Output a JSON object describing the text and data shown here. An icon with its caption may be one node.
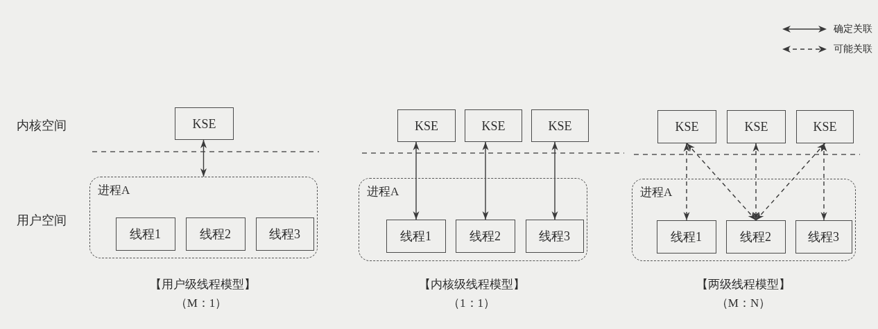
{
  "diagram": {
    "nodes": [
      {
        "text": [
          "KSE"
        ]
      },
      {
        "text": [
          "进程A"
        ]
      },
      {
        "text": [
          "线程1"
        ],
        "in": 1
      },
      {
        "text": [
          "线程2"
        ],
        "in": 1
      },
      {
        "text": [
          "线程3"
        ],
        "in": 1
      },
      {
        "text": [
          "KSE"
        ]
      },
      {
        "text": [
          "KSE"
        ]
      },
      {
        "text": [
          "KSE"
        ]
      },
      {
        "text": [
          "进程A"
        ]
      },
      {
        "text": [
          "线程1"
        ],
        "in": 8
      },
      {
        "text": [
          "线程2"
        ],
        "in": 8
      },
      {
        "text": [
          "线程3"
        ],
        "in": 8
      },
      {
        "text": [
          "KSE"
        ]
      },
      {
        "text": [
          "KSE"
        ]
      },
      {
        "text": [
          "KSE"
        ]
      },
      {
        "text": [
          "进程A"
        ]
      },
      {
        "text": [
          "线程1"
        ],
        "in": 15
      },
      {
        "text": [
          "线程2"
        ],
        "in": 15
      },
      {
        "text": [
          "线程3"
        ],
        "in": 15
      }
    ],
    "edges": [
      {
        "from": 0,
        "to": 1,
        "arrow": "both"
      },
      {
        "from": 5,
        "to": 9,
        "arrow": "both"
      },
      {
        "from": 6,
        "to": 10,
        "arrow": "both"
      },
      {
        "from": 7,
        "to": 11,
        "arrow": "both"
      },
      {
        "from": 12,
        "to": 16,
        "arrow": "both",
        "style": "dashed"
      },
      {
        "from": 12,
        "to": 17,
        "arrow": "both",
        "style": "dashed"
      },
      {
        "from": 13,
        "to": 17,
        "arrow": "both",
        "style": "dashed"
      },
      {
        "from": 14,
        "to": 17,
        "arrow": "both",
        "style": "dashed"
      },
      {
        "from": 14,
        "to": 18,
        "arrow": "both",
        "style": "dashed"
      }
    ],
    "labels": [
      "内核空间",
      "用户空间",
      "【用户级线程模型】",
      "（M：1）",
      "【内核级线程模型】",
      "（1：1）",
      "【两级线程模型】",
      "（M：N）"
    ],
    "legend": [
      {
        "text": "确定关联"
      },
      {
        "text": "可能关联"
      }
    ]
  }
}
